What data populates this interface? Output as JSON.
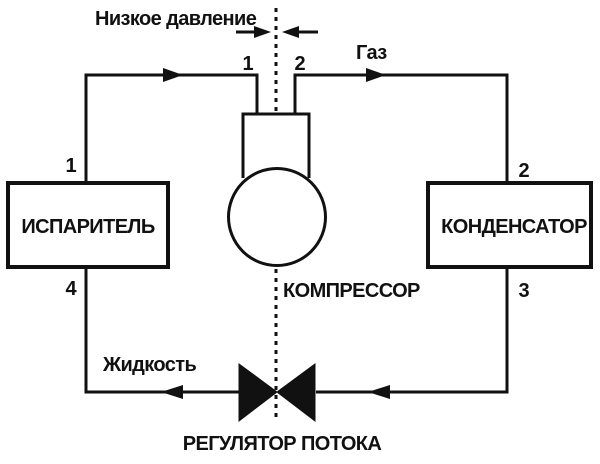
{
  "diagram": {
    "title_semantic": "refrigeration-cycle-diagram",
    "colors": {
      "line": "#111111",
      "background": "#ffffff"
    },
    "labels": {
      "low_pressure": "Низкое давление",
      "gas": "Газ",
      "liquid": "Жидкость",
      "evaporator": "ИСПАРИТЕЛЬ",
      "condenser": "КОНДЕНСАТОР",
      "compressor": "КОМПРЕССОР",
      "flow_regulator": "РЕГУЛЯТОР ПОТОКА"
    },
    "ports": {
      "compressor_inlet": "1",
      "compressor_outlet": "2",
      "evaporator_top": "1",
      "evaporator_bottom": "4",
      "condenser_top": "2",
      "condenser_bottom": "3"
    }
  }
}
